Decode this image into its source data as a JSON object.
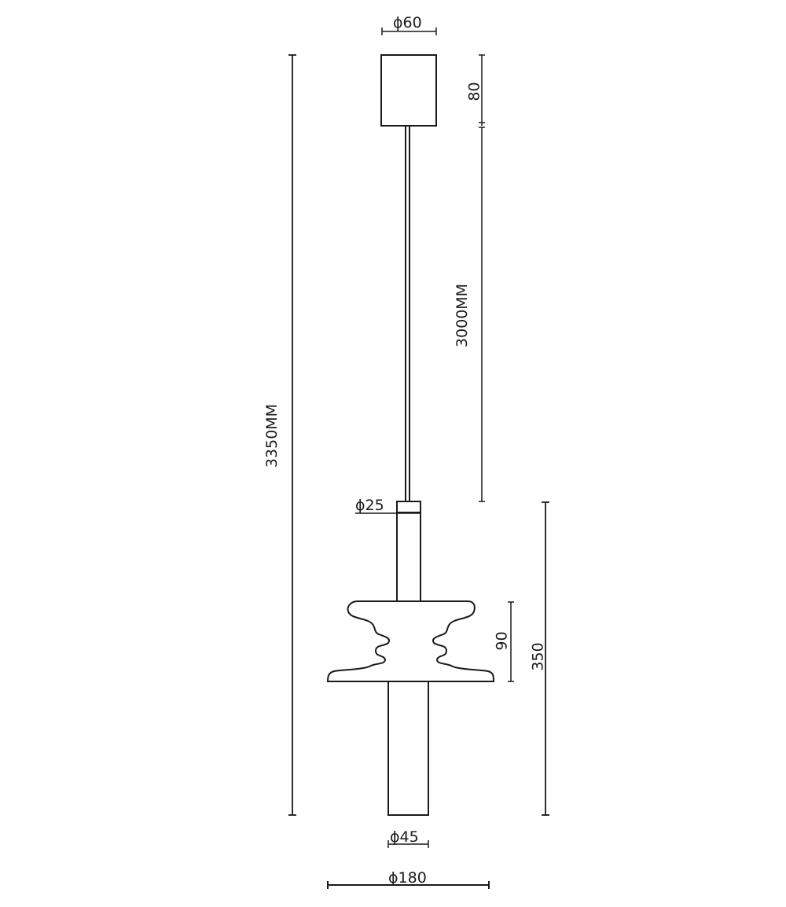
{
  "drawing": {
    "subject": "pendant lamp dimension drawing",
    "line_color": "#1a1a1a",
    "background": "#ffffff"
  },
  "dimensions": {
    "canopy_diameter": "ϕ60",
    "canopy_height": "80",
    "cord_length": "3000MM",
    "overall_height": "3350MM",
    "connector_diameter": "ϕ25",
    "lamp_body_height": "350",
    "shade_height": "90",
    "tube_diameter": "ϕ45",
    "shade_diameter": "ϕ180"
  }
}
